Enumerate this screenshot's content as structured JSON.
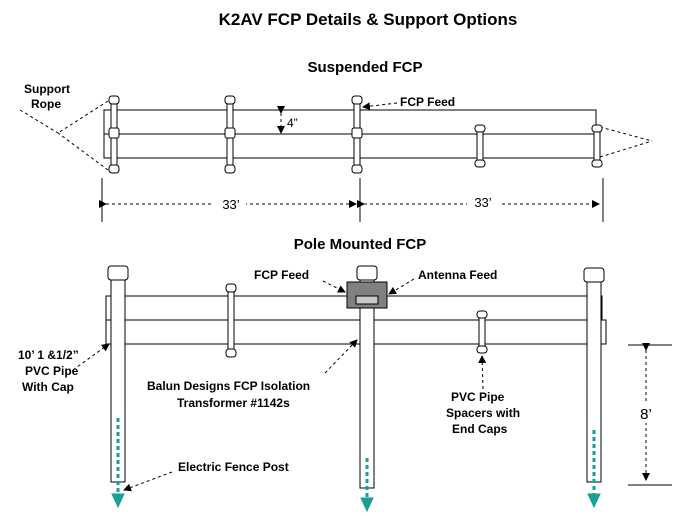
{
  "title": "K2AV FCP Details & Support Options",
  "suspended": {
    "heading": "Suspended FCP",
    "support_rope_line1": "Support",
    "support_rope_line2": "Rope",
    "fcp_feed": "FCP Feed",
    "spacing_label": "4”",
    "dim_left": "33’",
    "dim_right": "33’"
  },
  "pole": {
    "heading": "Pole Mounted FCP",
    "fcp_feed": "FCP Feed",
    "antenna_feed": "Antenna Feed",
    "pvc_line1": "10’ 1 &1/2”",
    "pvc_line2": "PVC Pipe",
    "pvc_line3": "With Cap",
    "balun_line1": "Balun Designs FCP Isolation",
    "balun_line2": "Transformer #1142s",
    "spacer_line1": "PVC Pipe",
    "spacer_line2": "Spacers with",
    "spacer_line3": "End Caps",
    "fence_post": "Electric Fence Post",
    "height": "8’"
  },
  "colors": {
    "fence_post": "#1a9f93",
    "balun_box": "#808080"
  }
}
